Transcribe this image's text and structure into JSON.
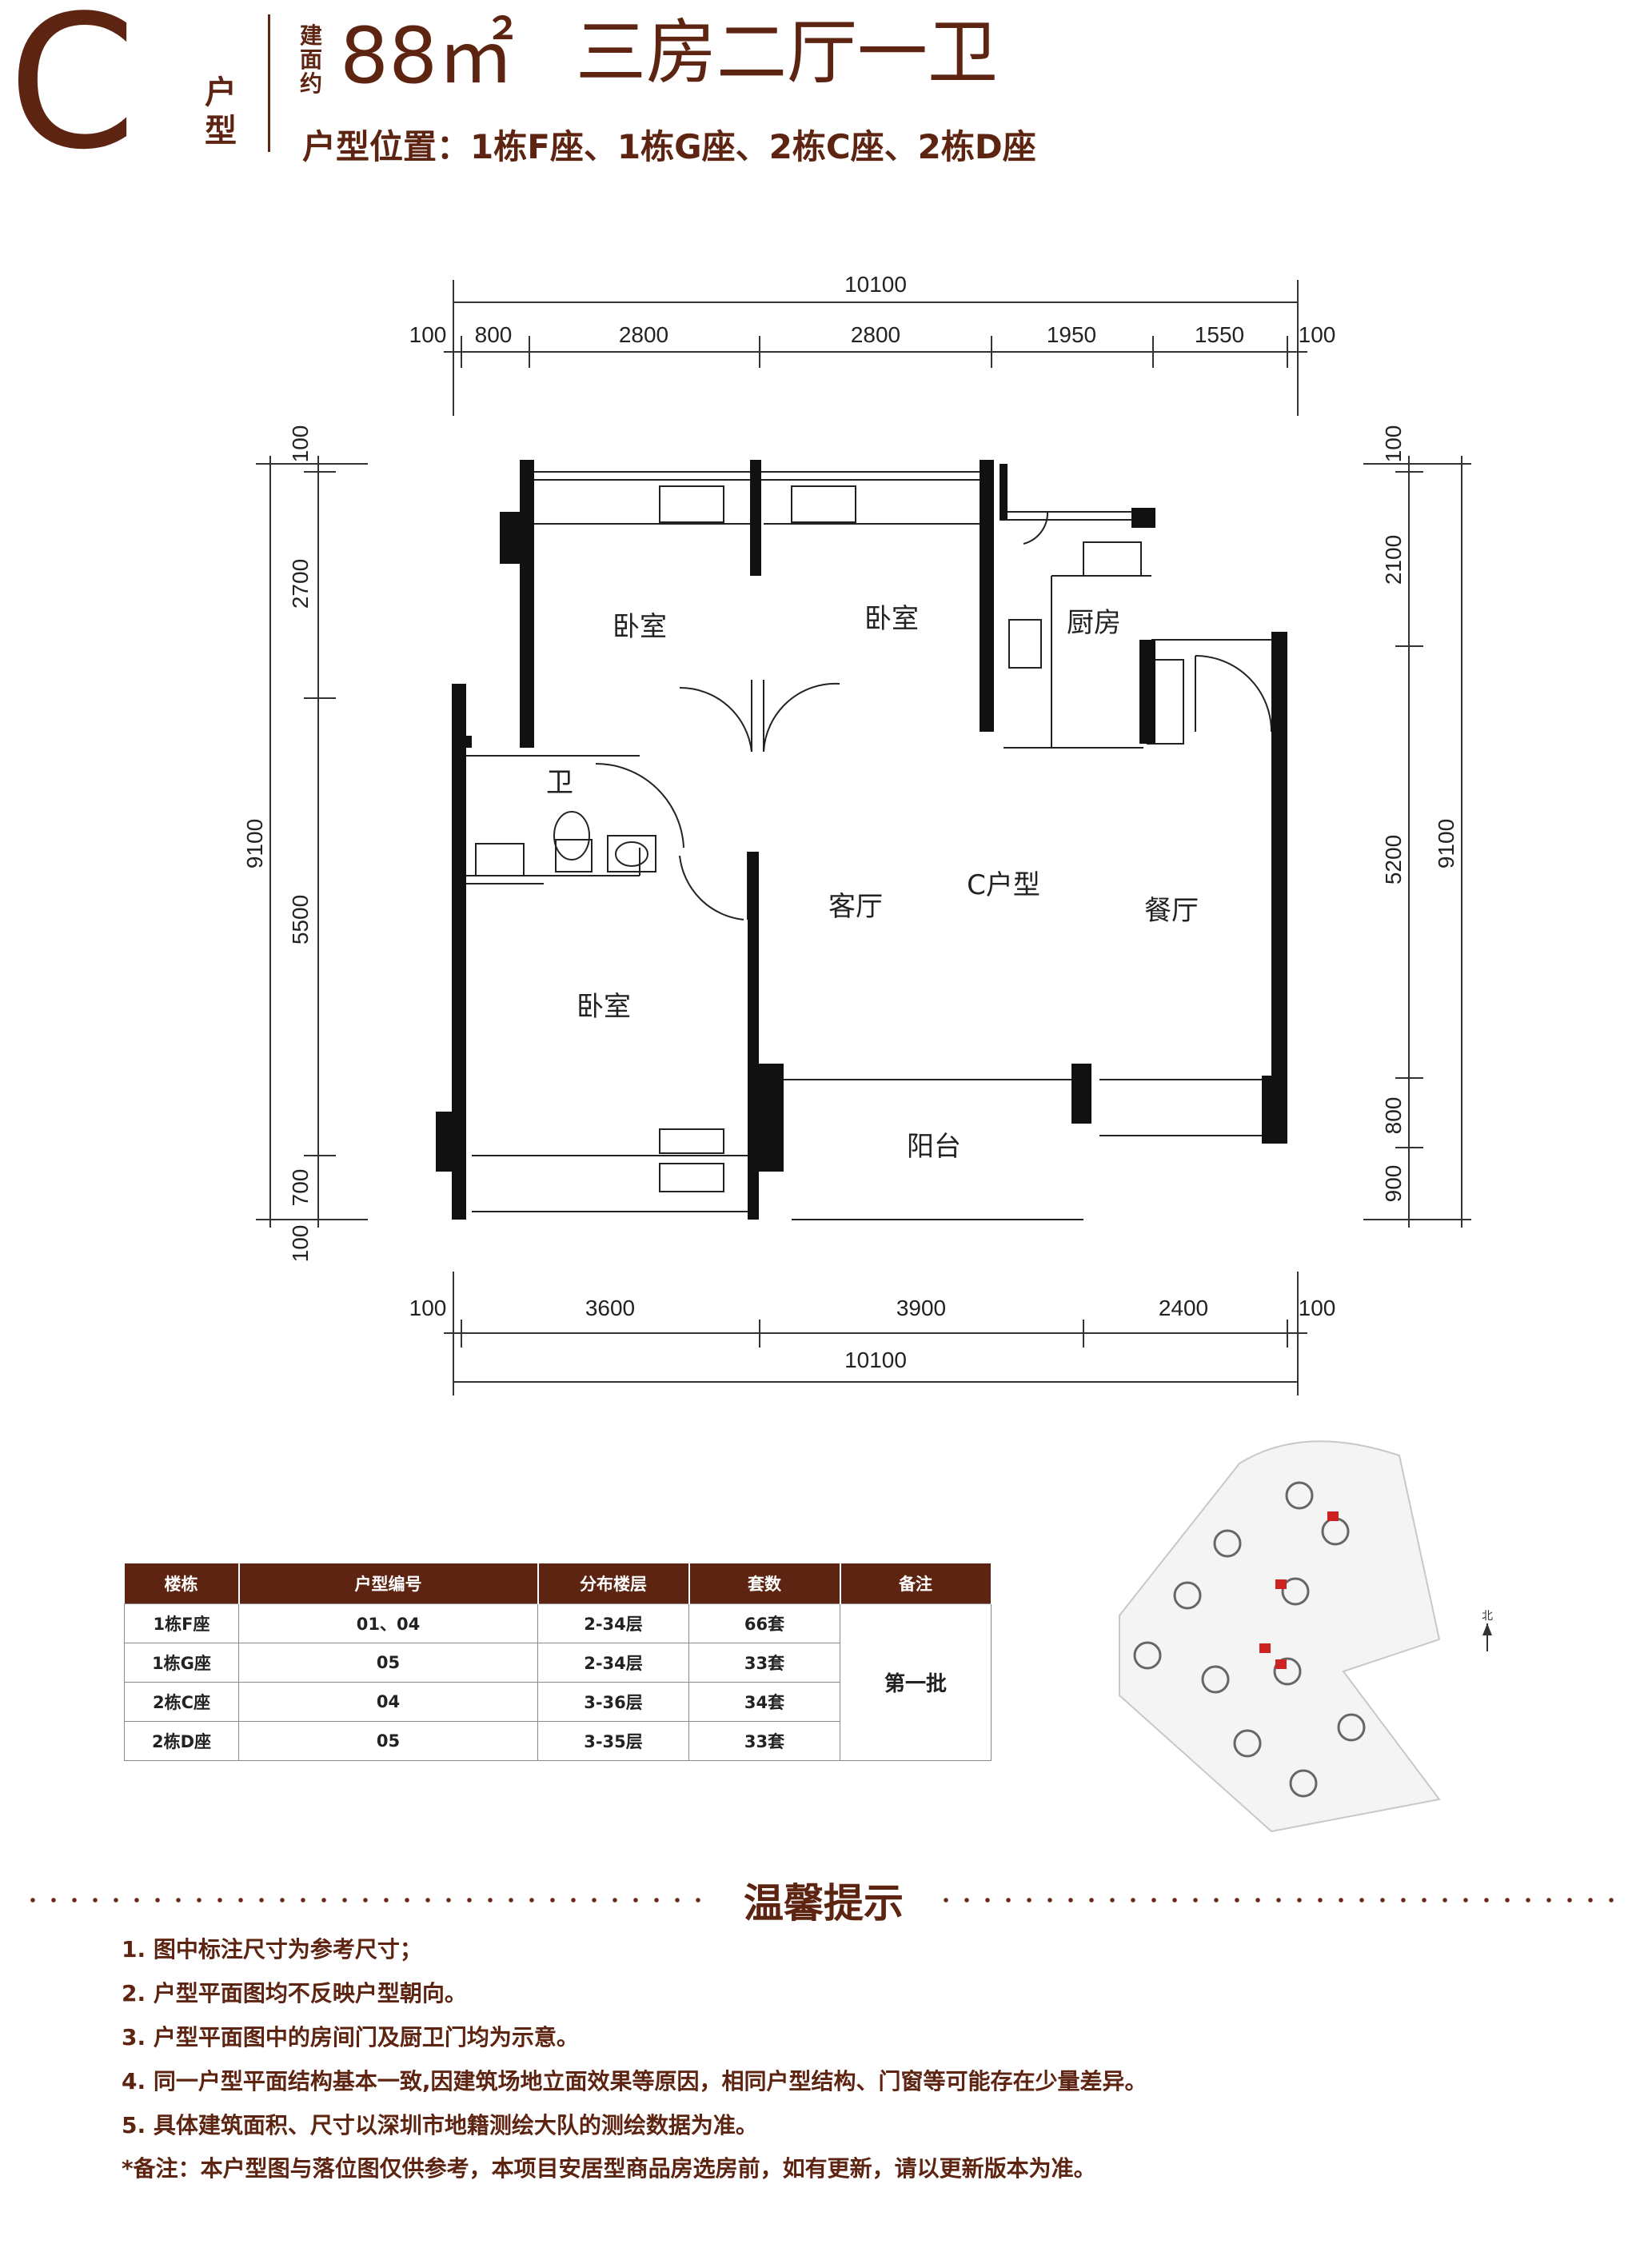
{
  "header": {
    "letter": "C",
    "type_label": "户型",
    "area_prefix": "建面约",
    "area_value": "88㎡",
    "layout": "三房二厅一卫",
    "position": "户型位置：1栋F座、1栋G座、2栋C座、2栋D座"
  },
  "floor_plan": {
    "dims_top": {
      "total": "10100",
      "seg1": "100",
      "seg2": "800",
      "seg3": "2800",
      "seg4": "2800",
      "seg5": "1950",
      "seg6": "1550",
      "seg7": "100"
    },
    "dims_bottom": {
      "total": "10100",
      "seg1": "100",
      "seg2": "3600",
      "seg3": "3900",
      "seg4": "2400",
      "seg5": "100"
    },
    "dims_left": {
      "total": "9100",
      "seg1": "100",
      "seg2": "2700",
      "seg3": "5500",
      "seg4": "700",
      "seg5": "100"
    },
    "dims_right": {
      "total": "9100",
      "seg1": "100",
      "seg2": "2100",
      "seg3": "5200",
      "seg4": "800",
      "seg5": "900"
    },
    "rooms": {
      "bedroom1": "卧室",
      "bedroom2": "卧室",
      "bedroom3": "卧室",
      "kitchen": "厨房",
      "bathroom": "卫",
      "living": "客厅",
      "unit": "C户型",
      "dining": "餐厅",
      "balcony": "阳台"
    }
  },
  "table": {
    "headers": [
      "楼栋",
      "户型编号",
      "分布楼层",
      "套数",
      "备注"
    ],
    "rows": [
      [
        "1栋F座",
        "01、04",
        "2-34层",
        "66套"
      ],
      [
        "1栋G座",
        "05",
        "2-34层",
        "33套"
      ],
      [
        "2栋C座",
        "04",
        "3-36层",
        "34套"
      ],
      [
        "2栋D座",
        "05",
        "3-35层",
        "33套"
      ]
    ],
    "note": "第一批"
  },
  "site_map": {
    "north_label": "北"
  },
  "tips": {
    "title": "温馨提示",
    "items": [
      "1. 图中标注尺寸为参考尺寸；",
      "2. 户型平面图均不反映户型朝向。",
      "3. 户型平面图中的房间门及厨卫门均为示意。",
      "4. 同一户型平面结构基本一致,因建筑场地立面效果等原因，相同户型结构、门窗等可能存在少量差异。",
      "5. 具体建筑面积、尺寸以深圳市地籍测绘大队的测绘数据为准。"
    ],
    "footnote": "*备注：本户型图与落位图仅供参考，本项目安居型商品房选房前，如有更新，请以更新版本为准。"
  },
  "colors": {
    "brand": "#5e2412",
    "wall": "#111111",
    "marker": "#cc2222"
  }
}
